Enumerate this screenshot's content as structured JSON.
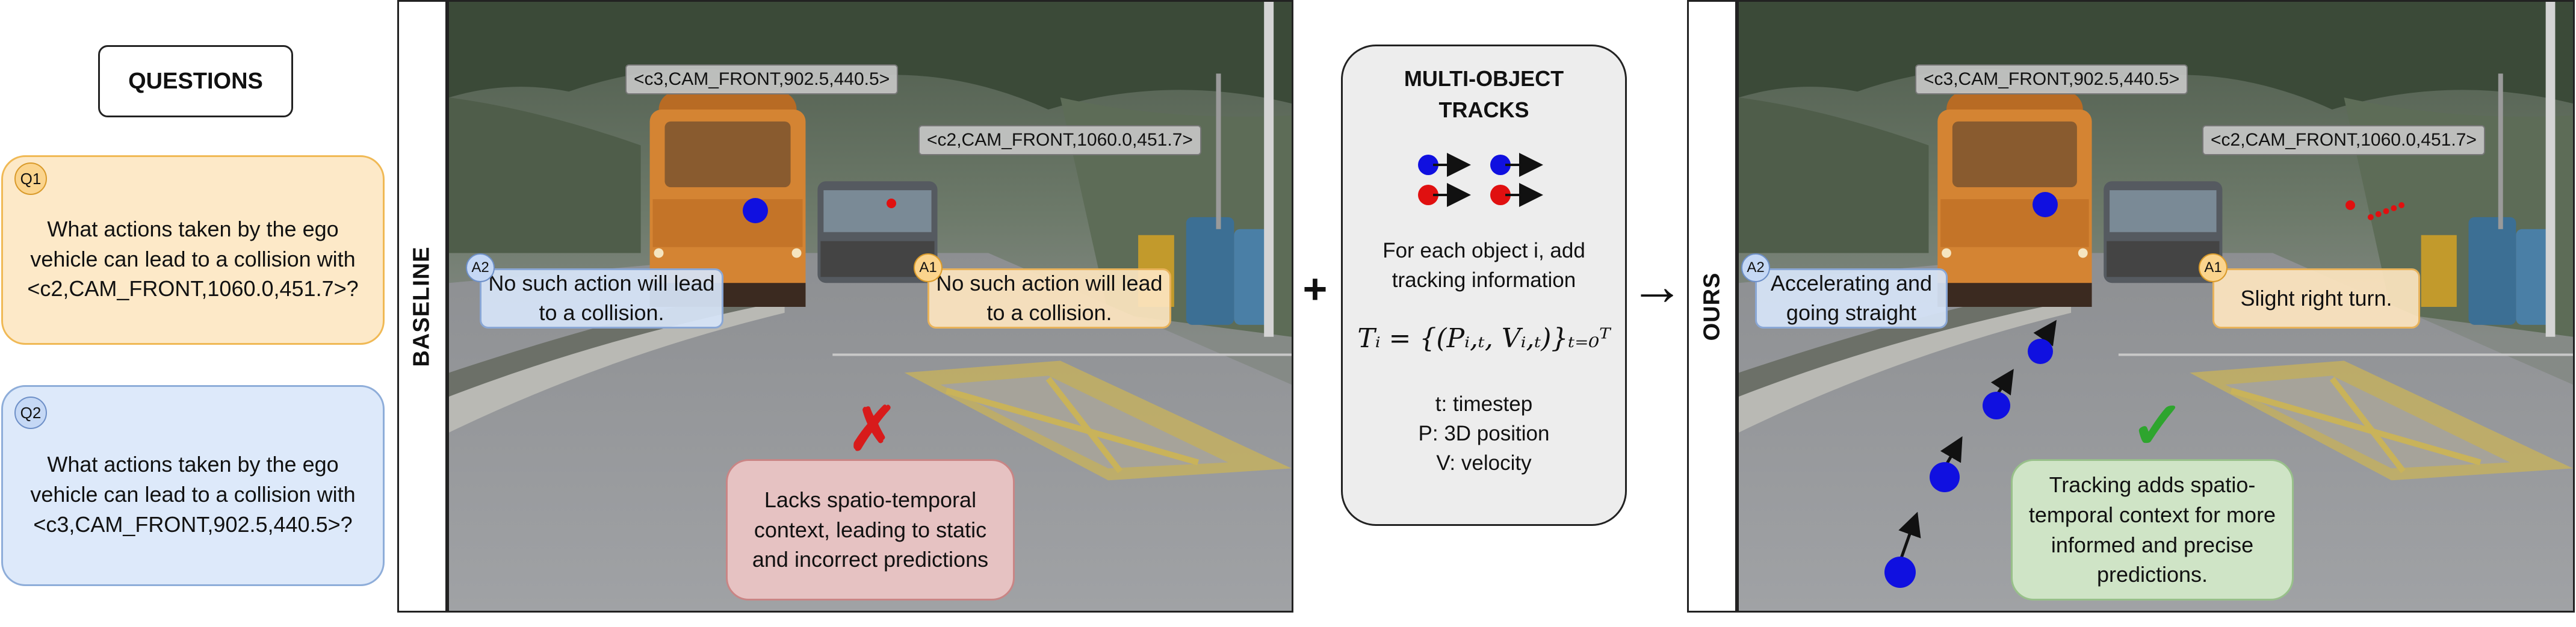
{
  "questions": {
    "header": "QUESTIONS",
    "items": [
      {
        "badge": "Q1",
        "text": "What actions taken by the ego vehicle can lead to a collision with <c2,CAM_FRONT,1060.0,451.7>?"
      },
      {
        "badge": "Q2",
        "text": "What actions taken by the ego vehicle can lead to a collision with <c3,CAM_FRONT,902.5,440.5>?"
      }
    ]
  },
  "baseline": {
    "label": "BASELINE",
    "tag_c3": "<c3,CAM_FRONT,902.5,440.5>",
    "tag_c2": "<c2,CAM_FRONT,1060.0,451.7>",
    "answer_a2": {
      "badge": "A2",
      "text": "No such action will lead to a collision."
    },
    "answer_a1": {
      "badge": "A1",
      "text": "No such action will lead to a collision."
    },
    "verdict_mark": "✗",
    "note": "Lacks spatio-temporal context, leading to static and incorrect predictions"
  },
  "plus_symbol": "+",
  "arrow_symbol": "→",
  "tracks": {
    "title_line1": "MULTI-OBJECT",
    "title_line2": "TRACKS",
    "desc_line1": "For each object i, add",
    "desc_line2": "tracking information",
    "formula": "Tᵢ = {(Pᵢ,ₜ, Vᵢ,ₜ)}ₜ₌₀ᵀ",
    "legend_t": "t: timestep",
    "legend_p": "P: 3D position",
    "legend_v": "V: velocity"
  },
  "ours": {
    "label": "OURS",
    "tag_c3": "<c3,CAM_FRONT,902.5,440.5>",
    "tag_c2": "<c2,CAM_FRONT,1060.0,451.7>",
    "answer_a2": {
      "badge": "A2",
      "text": "Accelerating and going straight"
    },
    "answer_a1": {
      "badge": "A1",
      "text": "Slight right turn."
    },
    "verdict_mark": "✓",
    "note": "Tracking adds spatio-temporal context for more informed and precise predictions."
  },
  "colors": {
    "q1_fill": "#fde9c8",
    "q2_fill": "#dde9fa",
    "blue_dot": "#1010e0",
    "red_dot": "#e01010",
    "cross": "#d81b1b",
    "check": "#2ea52e"
  }
}
